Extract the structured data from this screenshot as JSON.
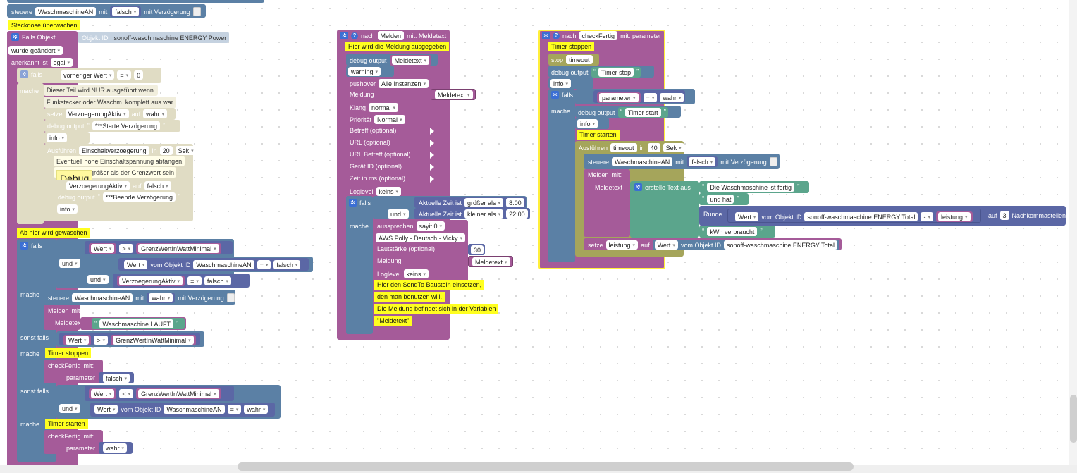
{
  "colors": {
    "blue": "#5b80a5",
    "logic": "#5b67a5",
    "purple": "#a55b99",
    "green": "#5ba58c",
    "yellow": "#ffff1f",
    "olive": "#a5a55b",
    "disabled": "#e0dcc4"
  },
  "left": {
    "top_steuere": {
      "kw": "steuere",
      "obj": "WaschmaschineAN",
      "mit": "mit",
      "val": "falsch",
      "delay": "mit Verzögerung"
    },
    "comment_steckdose": "Steckdose überwachen",
    "falls_objekt": "Falls Objekt",
    "objekt_id_label": "Objekt ID",
    "objekt_id_value": "sonoff-waschmaschine ENERGY  Power",
    "wurde": "wurde geändert",
    "anerkannt": "anerkannt ist",
    "anerkannt_val": "egal",
    "falls1": "falls",
    "vorheriger": "vorheriger Wert",
    "eq": "=",
    "zero": "0",
    "mache1": "mache",
    "txt1": "Dieser Teil wird NUR ausgeführt wenn",
    "txt2": "Funkstecker oder Waschm. komplett aus war.",
    "setze": "setze",
    "verz_aktiv": "VerzoegerungAktiv",
    "auf": "auf",
    "wahr": "wahr",
    "debug": "debug output",
    "starte": "***Starte Verzögerung",
    "info": "info",
    "ausfuehren": "Ausführen",
    "einschalt": "Einschaltverzoegerung",
    "in": "in",
    "zwanzig": "20",
    "sek": "Sek",
    "eventuell": "Eventuell hohe Einschaltspannung abfangen.",
    "groesser_grenz": "größer als der Grenzwert sein",
    "tooltip": "Debug",
    "verz_aktiv2": "VerzoegerungAktiv",
    "falsch": "falsch",
    "beende": "***Beende Verzögerung",
    "comment_ab_hier": "Ab hier wird gewaschen",
    "falls2": "falls",
    "wert": "Wert",
    "gt": ">",
    "grenz": "GrenzWertInWattMinimal",
    "und": "und",
    "vom_objekt": "vom Objekt ID",
    "waschAN": "WaschmaschineAN",
    "mache2": "mache",
    "steuere": "steuere",
    "mit": "mit",
    "mit_verz": "mit Verzögerung",
    "melden": "Melden",
    "mit_colon": "mit:",
    "meldetext": "Meldetext",
    "laeuft": "Waschmaschine LÄUFT",
    "sonst_falls": "sonst falls",
    "timer_stoppen": "Timer stoppen",
    "checkfertig": "checkFertig",
    "parameter": "parameter",
    "lt": "<",
    "timer_starten": "Timer starten"
  },
  "middle": {
    "nach": "nach",
    "func": "Melden",
    "mit_param": "mit: Meldetext",
    "comment": "Hier wird die Meldung ausgegeben",
    "debug": "debug output",
    "meldetext": "Meldetext",
    "warning": "warning",
    "pushover": "pushover",
    "alle": "Alle Instanzen",
    "meldung": "Meldung",
    "klang": "Klang",
    "normal": "normal",
    "prio": "Priorität",
    "prio_val": "Normal",
    "betreff": "Betreff (optional)",
    "url": "URL (optional)",
    "url_betreff": "URL Betreff (optional)",
    "geraet": "Gerät ID (optional)",
    "zeit": "Zeit in ms (optional)",
    "loglevel": "Loglevel",
    "keins": "keins",
    "falls": "falls",
    "akt_zeit": "Aktuelle Zeit ist",
    "groesser": "größer als",
    "t1": "8:00",
    "und": "und",
    "kleiner": "kleiner als",
    "t2": "22:00",
    "mache": "mache",
    "aussprechen": "aussprechen",
    "sayit": "sayit.0",
    "aws": "AWS Polly - Deutsch - Vicky",
    "laut": "Lautstärke (optional)",
    "dreissig": "30",
    "c1": "Hier den SendTo Baustein einsetzen,",
    "c2": "den man benutzen will.",
    "c3": "Die Meldung befindet sich in der Variablen",
    "c4": "\"Meldetext\""
  },
  "right": {
    "nach": "nach",
    "func": "checkFertig",
    "mit_param": "mit: parameter",
    "timer_stoppen": "Timer stoppen",
    "stop": "stop",
    "timeout": "timeout",
    "debug": "debug output",
    "timer_stop": "Timer stop",
    "info": "info",
    "falls": "falls",
    "parameter": "parameter",
    "eq": "=",
    "wahr": "wahr",
    "mache": "mache",
    "timer_start": "Timer start",
    "timer_starten": "Timer starten",
    "ausfuehren": "Ausführen",
    "in": "in",
    "vierzig": "40",
    "sek": "Sek",
    "steuere": "steuere",
    "waschAN": "WaschmaschineAN",
    "mit": "mit",
    "falsch": "falsch",
    "mit_verz": "mit Verzögerung",
    "melden": "Melden",
    "mit_colon": "mit:",
    "meldetext": "Meldetext",
    "erstelle": "erstelle Text aus",
    "t1": "Die Waschmaschine ist fertig",
    "t2": "und hat",
    "runde": "Runde",
    "wert": "Wert",
    "vom_objekt": "vom Objekt ID",
    "total": "sonoff-waschmaschine ENERGY  Total",
    "minus": "-",
    "leistung": "leistung",
    "auf": "auf",
    "drei": "3",
    "nachkomma": "Nachkommastellen",
    "kwh": "kWh verbraucht",
    "setze": "setze"
  }
}
